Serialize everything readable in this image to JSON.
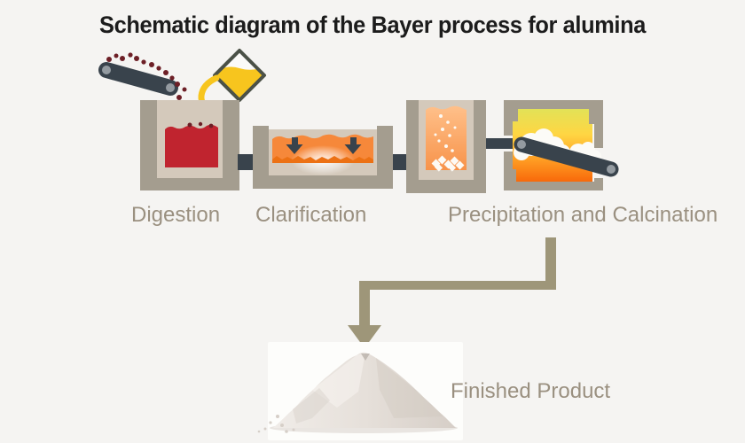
{
  "title": "Schematic diagram of the Bayer process for alumina",
  "stages": [
    {
      "id": "digestion",
      "label": "Digestion"
    },
    {
      "id": "clarification",
      "label": "Clarification"
    },
    {
      "id": "precipitation-calcination",
      "label": "Precipitation and Calcination"
    }
  ],
  "finished_product": {
    "label": "Finished Product"
  },
  "icons": {
    "settling_arrow": "down-arrow",
    "flow_arrow": "elbow-down-arrow"
  },
  "colors": {
    "background": "#f5f4f2",
    "title_text": "#1c1c1c",
    "label_text": "#9a9080",
    "vessel": "#a49d8f",
    "vessel_lining": "#d4c9bb",
    "slurry_red": "#c0242f",
    "ore_particle": "#6d1f26",
    "liquor_orange": "#f6883a",
    "sediment_orange": "#ec7114",
    "precipitate_top": "#ffc08a",
    "precipitate_bottom": "#f7934a",
    "furnace_1": "#e2e257",
    "furnace_2": "#ffd643",
    "furnace_3": "#ff9d23",
    "furnace_4": "#f8690b",
    "caustic_yellow": "#f7c51e",
    "jug_outline": "#4b5147",
    "pipe_slate": "#39434c",
    "belt_end": "#949ba1",
    "arrow_taupe": "#9e9679",
    "cloud_white": "#fcfbf7",
    "photo_bg": "#fdfdfb",
    "pile_light": "#f0ece8",
    "pile_dark": "#d6cec7"
  }
}
